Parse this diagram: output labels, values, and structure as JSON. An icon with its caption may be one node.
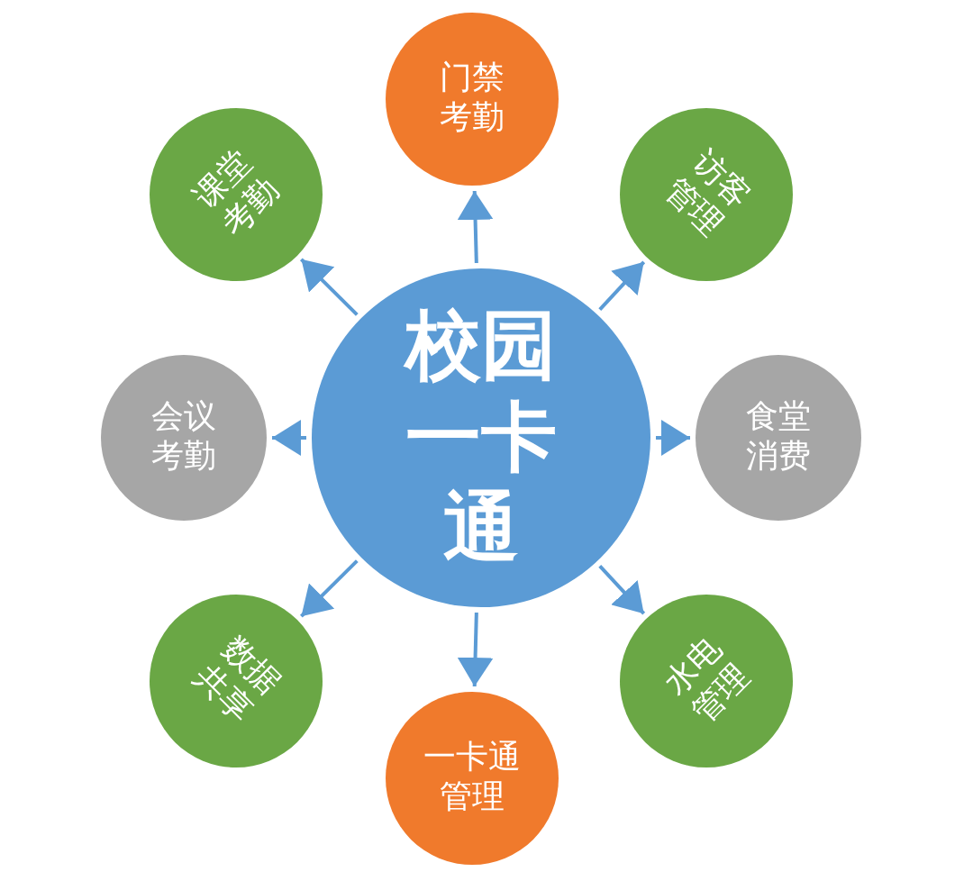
{
  "diagram": {
    "nodes": [
      {
        "text": [
          "校园一卡通"
        ]
      },
      {
        "text": [
          "门禁考勤"
        ]
      },
      {
        "text": [
          "访客管理"
        ]
      },
      {
        "text": [
          "食堂消费"
        ]
      },
      {
        "text": [
          "水电管理"
        ]
      },
      {
        "text": [
          "一卡通管理"
        ]
      },
      {
        "text": [
          "数据共享"
        ]
      },
      {
        "text": [
          "会议考勤"
        ]
      },
      {
        "text": [
          "课堂考勤"
        ]
      }
    ],
    "edges": [
      {
        "from": 0,
        "to": 1,
        "arrow": "to"
      },
      {
        "from": 0,
        "to": 2,
        "arrow": "to"
      },
      {
        "from": 0,
        "to": 3,
        "arrow": "to"
      },
      {
        "from": 0,
        "to": 4,
        "arrow": "to"
      },
      {
        "from": 0,
        "to": 5,
        "arrow": "to"
      },
      {
        "from": 0,
        "to": 6,
        "arrow": "to"
      },
      {
        "from": 0,
        "to": 7,
        "arrow": "to"
      },
      {
        "from": 0,
        "to": 8,
        "arrow": "to"
      }
    ]
  }
}
